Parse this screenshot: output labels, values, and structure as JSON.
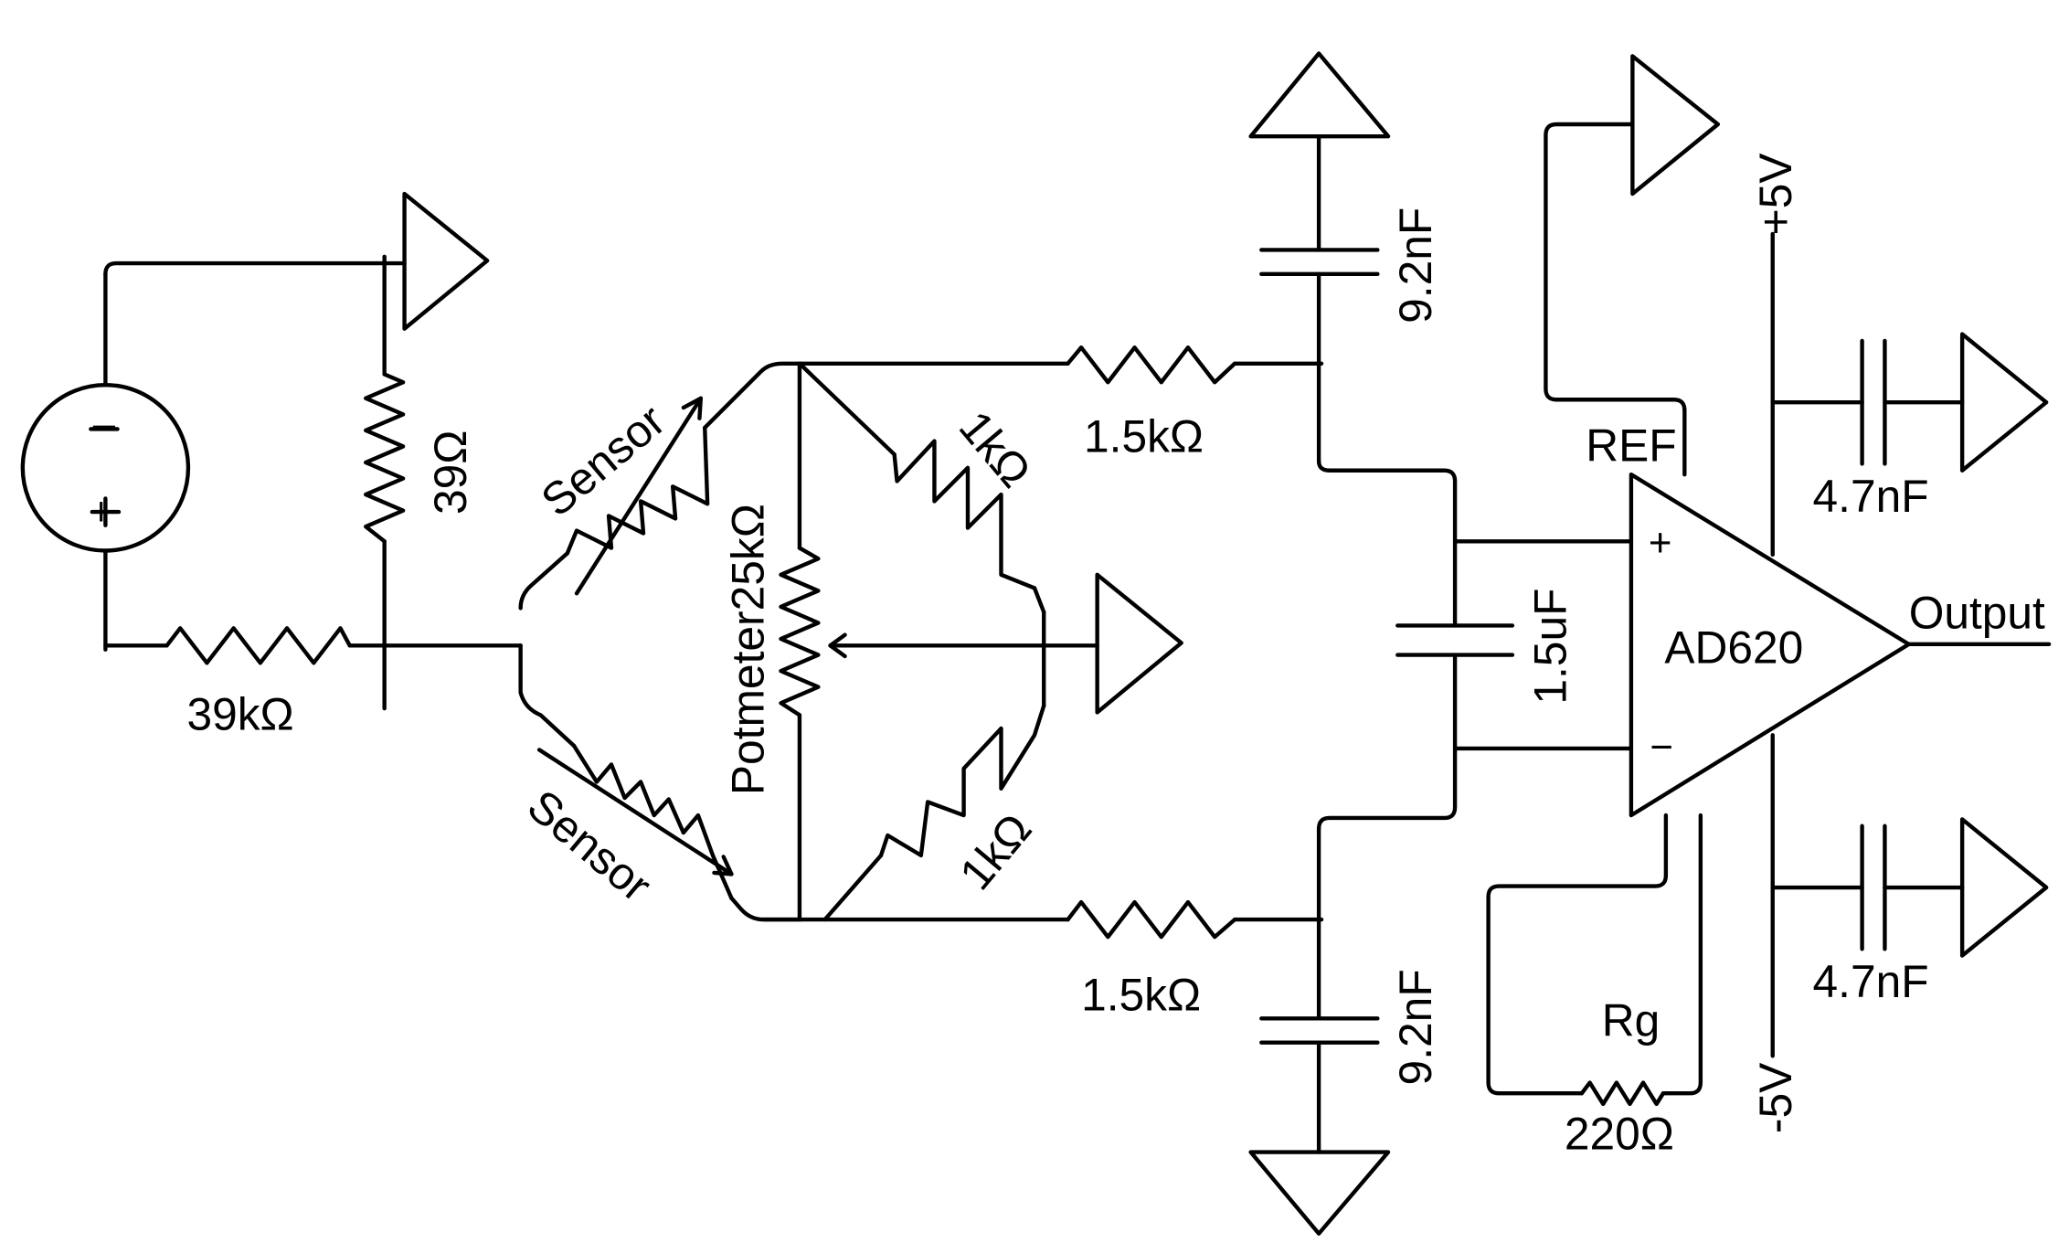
{
  "labels": {
    "r39": "39Ω",
    "r39k": "39kΩ",
    "source_minus": "−",
    "source_plus": "+",
    "sensor_top": "Sensor",
    "sensor_bottom": "Sensor",
    "potmeter": "Potmeter25kΩ",
    "r1k_top": "1kΩ",
    "r1k_bottom": "1kΩ",
    "r15k_top": "1.5kΩ",
    "r15k_bottom": "1.5kΩ",
    "c92_top": "9.2nF",
    "c92_bottom": "9.2nF",
    "c15u": "1.5uF",
    "ref": "REF",
    "amp_plus": "+",
    "amp_minus": "−",
    "amp": "AD620",
    "output": "Output",
    "vplus": "+5V",
    "vminus": "-5V",
    "c47_top": "4.7nF",
    "c47_bottom": "4.7nF",
    "rg": "Rg",
    "r220": "220Ω"
  }
}
